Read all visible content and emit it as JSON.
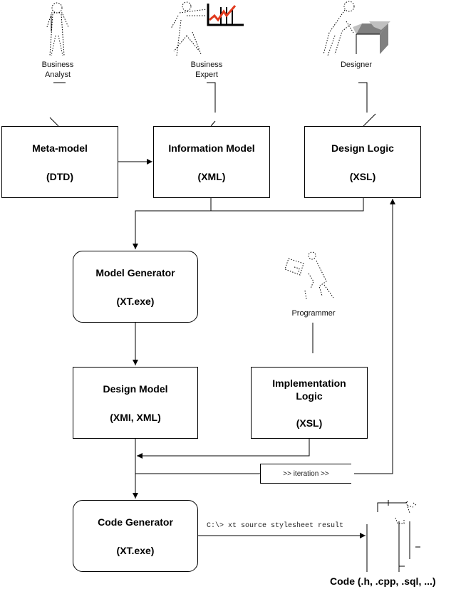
{
  "actors": [
    {
      "id": "business-analyst",
      "label_lines": [
        "Business",
        "Analyst"
      ],
      "icon": "person-standing-icon"
    },
    {
      "id": "business-expert",
      "label_lines": [
        "Business",
        "Expert"
      ],
      "icon": "person-presenting-chart-icon"
    },
    {
      "id": "designer",
      "label_lines": [
        "Designer"
      ],
      "icon": "person-opening-box-icon"
    },
    {
      "id": "programmer",
      "label_lines": [
        "Programmer"
      ],
      "icon": "person-carrying-document-icon"
    }
  ],
  "boxes": {
    "meta_model": {
      "title": "Meta-model",
      "sub": "(DTD)"
    },
    "information_model": {
      "title": "Information Model",
      "sub": "(XML)"
    },
    "design_logic": {
      "title": "Design Logic",
      "sub": "(XSL)"
    },
    "model_generator": {
      "title": "Model Generator",
      "sub": "(XT.exe)"
    },
    "design_model": {
      "title": "Design Model",
      "sub": "(XMI, XML)"
    },
    "implementation_logic": {
      "title_line1": "Implementation",
      "title_line2": "Logic",
      "sub": "(XSL)"
    },
    "code_generator": {
      "title": "Code Generator",
      "sub": "(XT.exe)"
    }
  },
  "iteration_label": ">> iteration >>",
  "command": "C:\\> xt source stylesheet result",
  "output_label": "Code (.h, .cpp, .sql, ...)",
  "colors": {
    "chart_accent": "#e03a1e",
    "box_shade_dark": "#808080",
    "box_shade_light": "#c0c0c0"
  }
}
